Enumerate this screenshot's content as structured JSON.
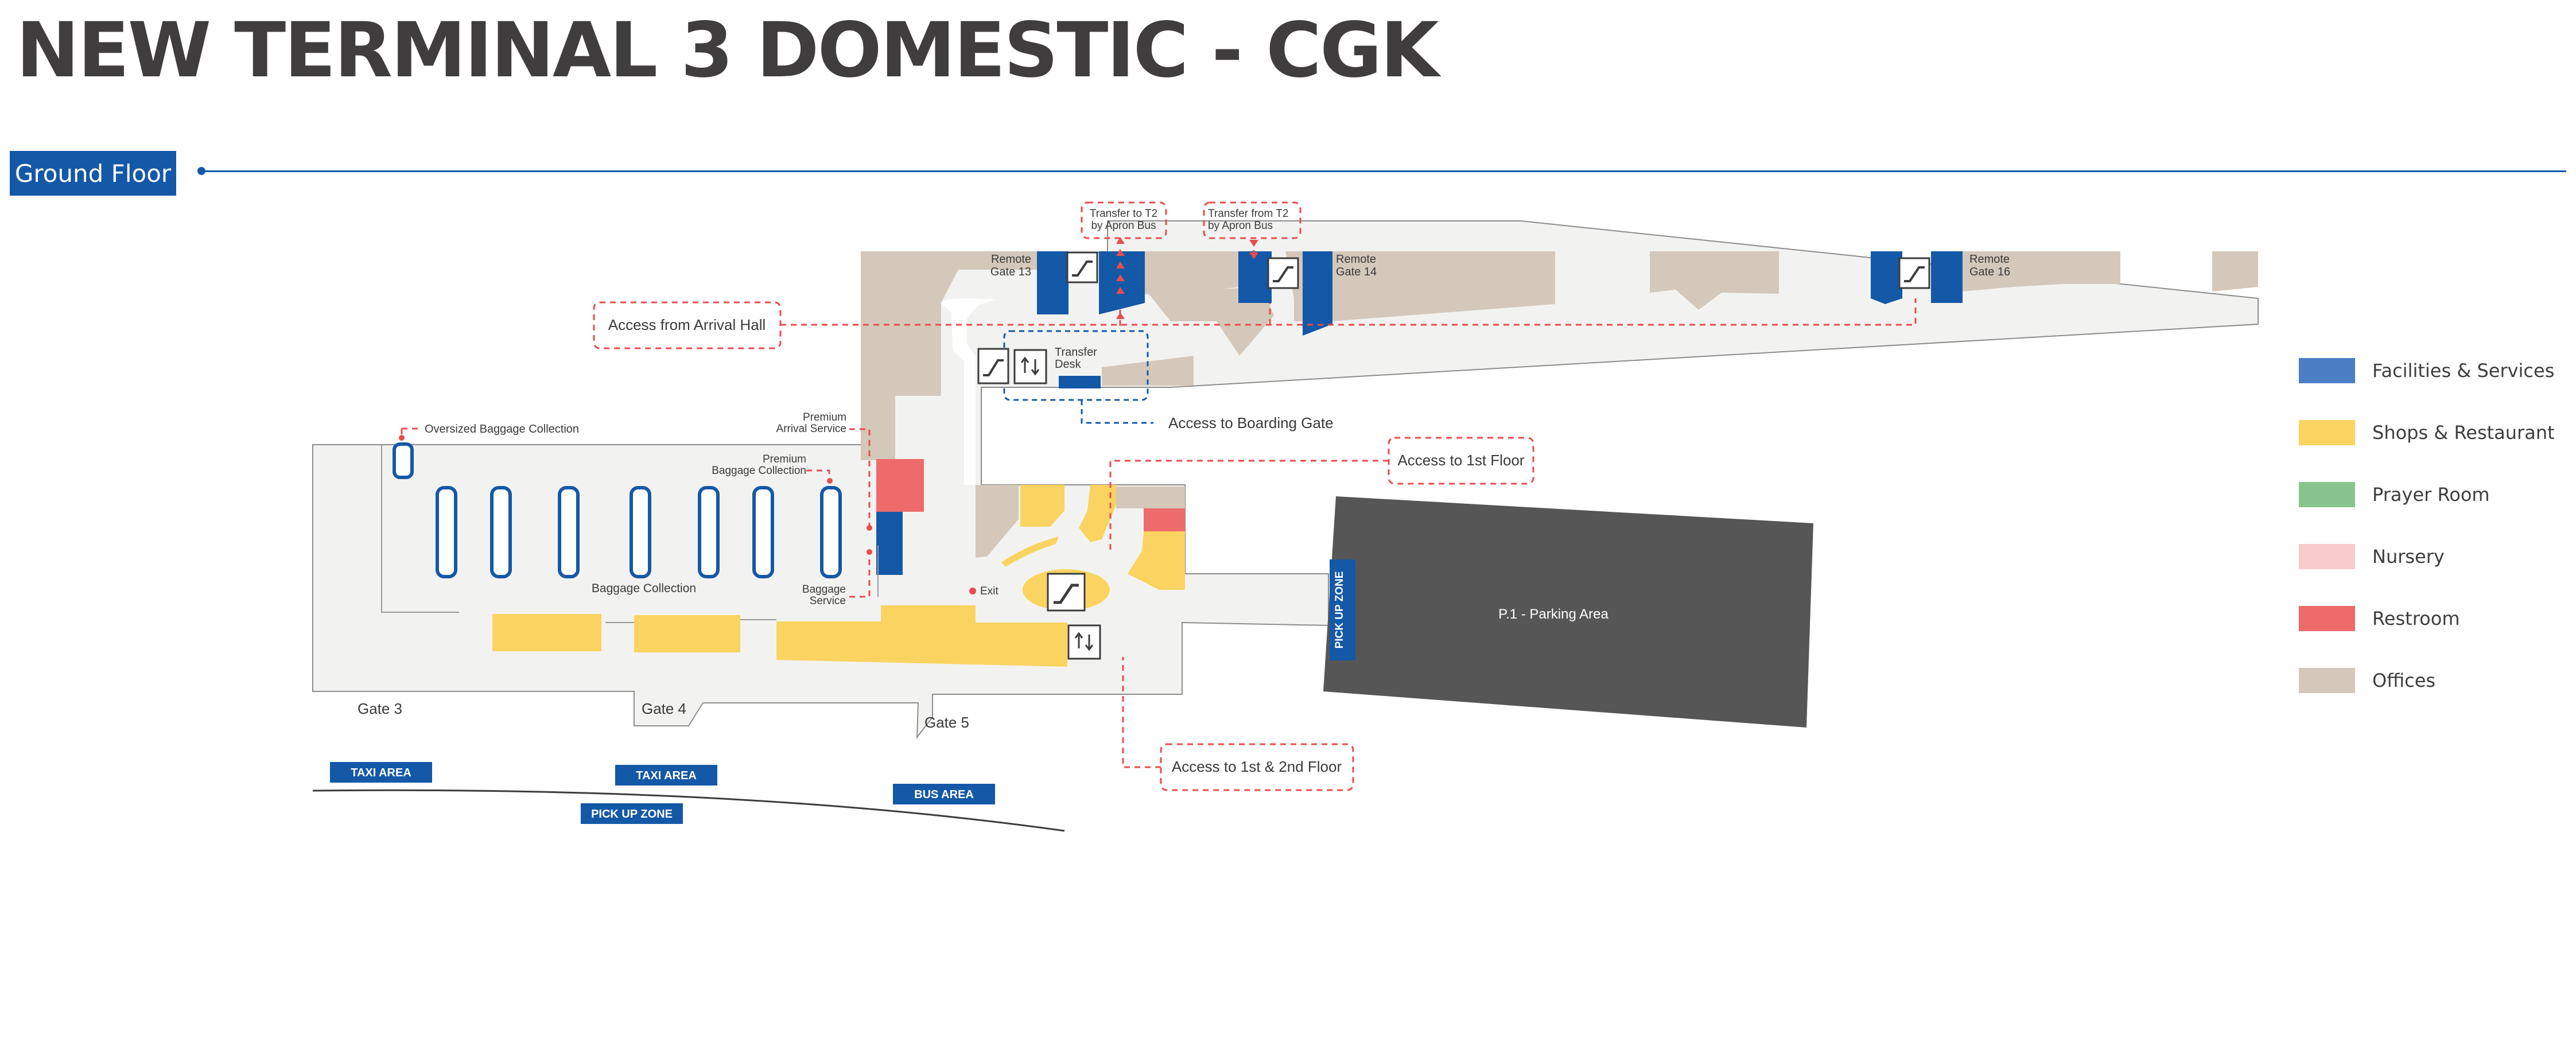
{
  "title": "NEW TERMINAL 3 DOMESTIC - CGK",
  "floor": "Ground Floor",
  "colors": {
    "brand": "#1458a8",
    "floor": "#f2f3f1",
    "facility": "#1458a8",
    "shop": "#fbd360",
    "office": "#d4c8bb",
    "restroom": "#ef6b6b",
    "parking": "#575656",
    "callout": "#e84c4c"
  },
  "labels": {
    "remote_gate_13": [
      "Remote",
      "Gate 13"
    ],
    "remote_gate_14": [
      "Remote",
      "Gate 14"
    ],
    "remote_gate_16": [
      "Remote",
      "Gate 16"
    ],
    "transfer_to_t2": [
      "Transfer to T2",
      "by Apron Bus"
    ],
    "transfer_from_t2": [
      "Transfer from T2",
      "by Apron Bus"
    ],
    "access_arrival_hall": "Access from Arrival Hall",
    "transfer_desk": [
      "Transfer",
      "Desk"
    ],
    "access_boarding_gate": "Access to Boarding Gate",
    "access_1st_floor": "Access to 1st Floor",
    "access_1st_2nd_floor": "Access to 1st & 2nd Floor",
    "oversized_baggage": "Oversized Baggage Collection",
    "premium_arrival": [
      "Premium",
      "Arrival Service"
    ],
    "premium_baggage": [
      "Premium",
      "Baggage Collection"
    ],
    "baggage_collection": "Baggage Collection",
    "baggage_service": [
      "Baggage",
      "Service"
    ],
    "exit": "Exit",
    "pick_up_zone_vertical": "PICK UP ZONE",
    "parking": "P.1 - Parking Area",
    "gate_3": "Gate 3",
    "gate_4": "Gate 4",
    "gate_5": "Gate 5",
    "taxi_area_1": "TAXI AREA",
    "taxi_area_2": "TAXI AREA",
    "pick_up_zone": "PICK UP ZONE",
    "bus_area": "BUS AREA"
  },
  "legend": [
    {
      "label": "Facilities & Services",
      "color": "#4a7fc6"
    },
    {
      "label": "Shops & Restaurant",
      "color": "#fbd360"
    },
    {
      "label": "Prayer Room",
      "color": "#86c48c"
    },
    {
      "label": "Nursery",
      "color": "#f9cccc"
    },
    {
      "label": "Restroom",
      "color": "#ef6b6b"
    },
    {
      "label": "Offices",
      "color": "#d4c8bb"
    }
  ]
}
